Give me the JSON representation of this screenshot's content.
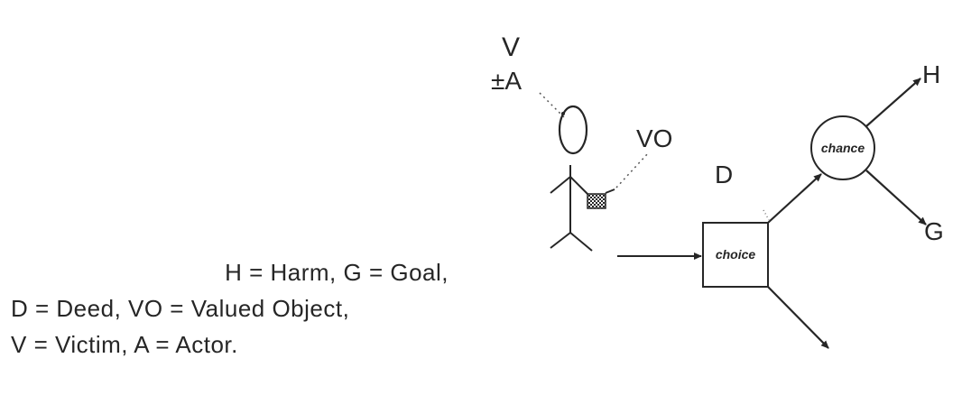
{
  "diagram": {
    "label_v": "V",
    "label_pm_a": "±A",
    "label_vo": "VO",
    "label_d": "D",
    "label_h": "H",
    "label_g": "G",
    "choice_label": "choice",
    "chance_label": "chance"
  },
  "legend": {
    "line1": "H = Harm, G = Goal,",
    "line2": "D = Deed, VO = Valued Object,",
    "line3": "V = Victim, A = Actor."
  },
  "colors": {
    "ink": "#262626",
    "background": "#ffffff"
  }
}
